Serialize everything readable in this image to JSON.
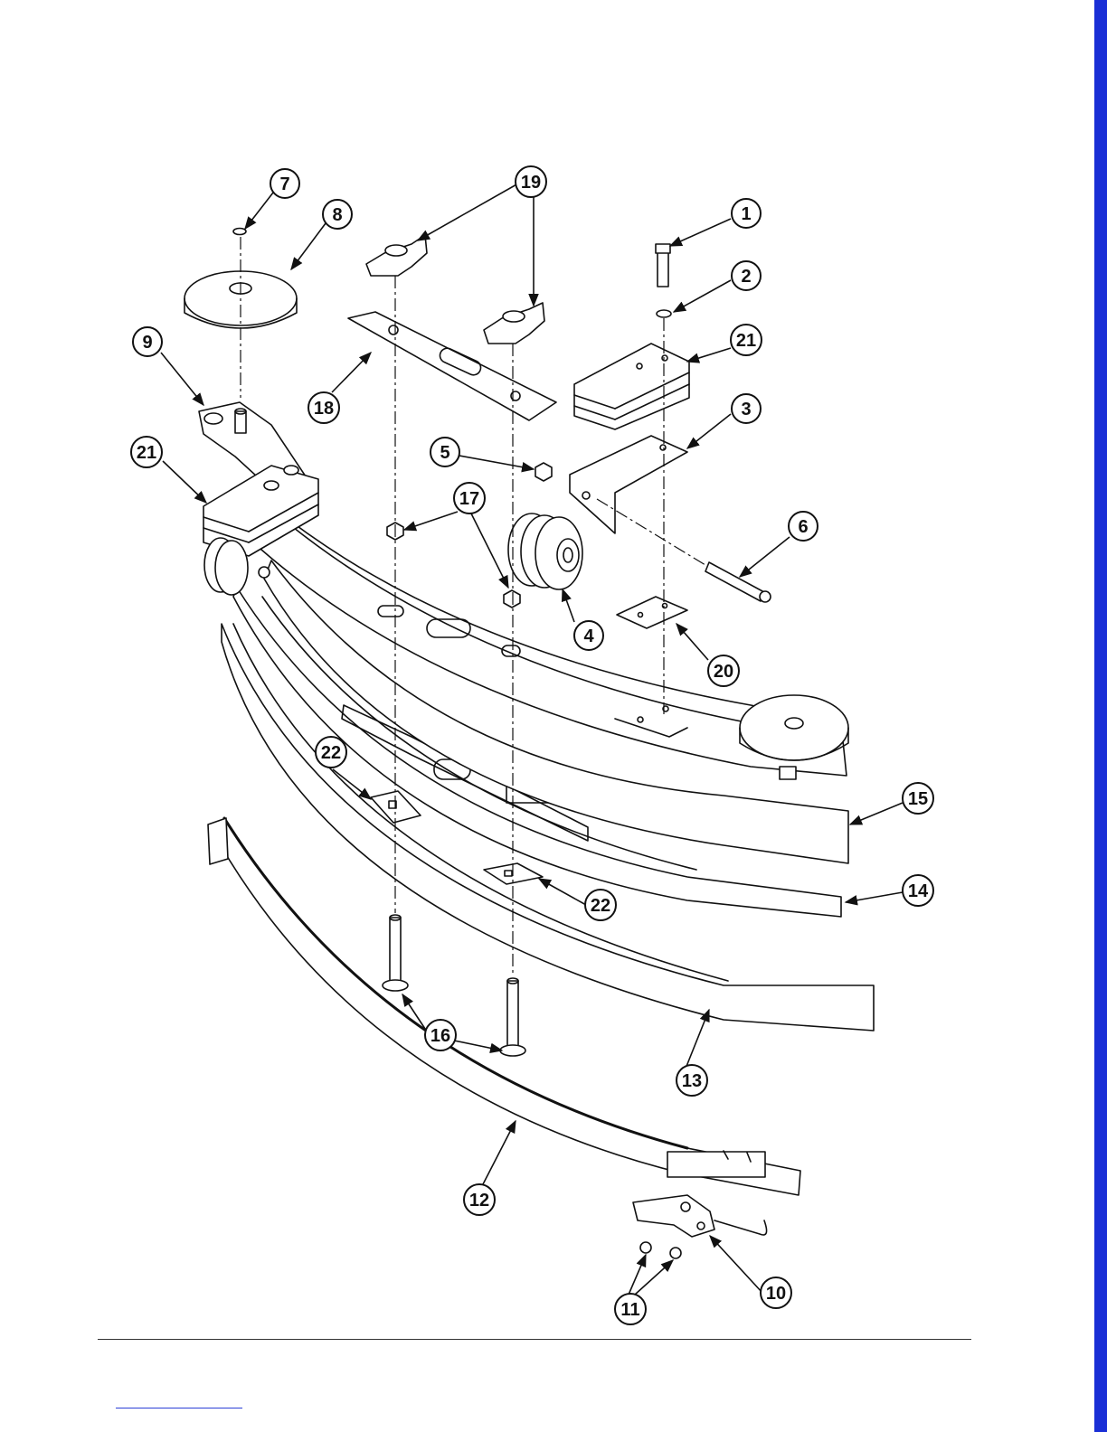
{
  "callouts": [
    {
      "id": "c1",
      "label": "1"
    },
    {
      "id": "c2",
      "label": "2"
    },
    {
      "id": "c3",
      "label": "3"
    },
    {
      "id": "c4",
      "label": "4"
    },
    {
      "id": "c5",
      "label": "5"
    },
    {
      "id": "c6",
      "label": "6"
    },
    {
      "id": "c7",
      "label": "7"
    },
    {
      "id": "c8",
      "label": "8"
    },
    {
      "id": "c9",
      "label": "9"
    },
    {
      "id": "c10",
      "label": "10"
    },
    {
      "id": "c11",
      "label": "11"
    },
    {
      "id": "c12",
      "label": "12"
    },
    {
      "id": "c13",
      "label": "13"
    },
    {
      "id": "c14",
      "label": "14"
    },
    {
      "id": "c15",
      "label": "15"
    },
    {
      "id": "c16",
      "label": "16"
    },
    {
      "id": "c17",
      "label": "17"
    },
    {
      "id": "c18",
      "label": "18"
    },
    {
      "id": "c19",
      "label": "19"
    },
    {
      "id": "c20",
      "label": "20"
    },
    {
      "id": "c21a",
      "label": "21"
    },
    {
      "id": "c21b",
      "label": "21"
    },
    {
      "id": "c22a",
      "label": "22"
    },
    {
      "id": "c22b",
      "label": "22"
    }
  ],
  "colors": {
    "accent_edge": "#1a2fd6",
    "line": "#111111"
  }
}
